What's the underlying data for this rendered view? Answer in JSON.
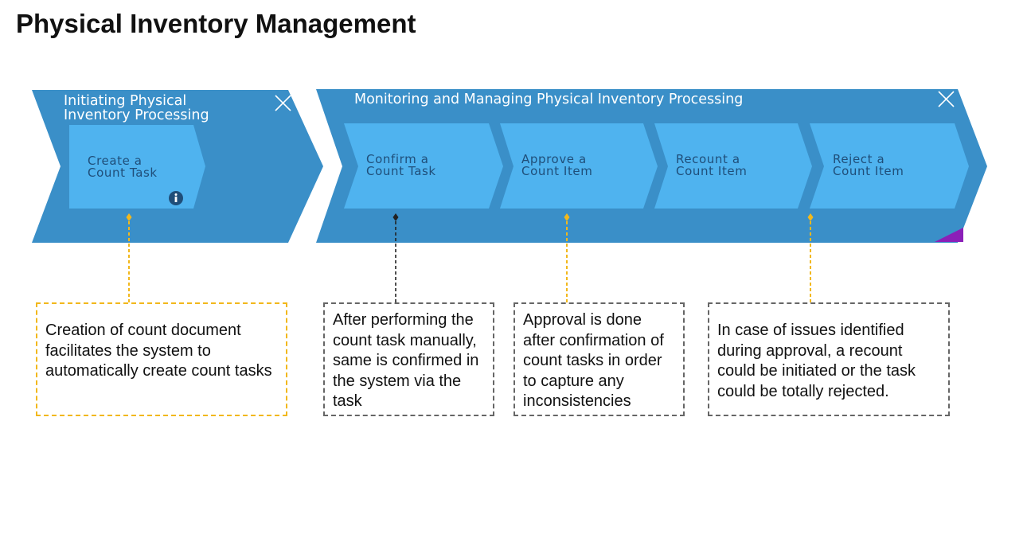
{
  "page_title": "Physical Inventory Management",
  "phases": [
    {
      "title_lines": [
        "Initiating Physical",
        "Inventory Processing"
      ],
      "close_icon": "close-icon",
      "steps": [
        {
          "lines": [
            "Create a",
            "Count Task"
          ],
          "info_icon": "info-icon"
        }
      ]
    },
    {
      "title_lines": [
        "Monitoring and Managing Physical Inventory Processing"
      ],
      "close_icon": "close-icon",
      "steps": [
        {
          "lines": [
            "Confirm a",
            "Count Task"
          ]
        },
        {
          "lines": [
            "Approve a",
            "Count Item"
          ]
        },
        {
          "lines": [
            "Recount a",
            "Count Item"
          ]
        },
        {
          "lines": [
            "Reject a",
            "Count Item"
          ]
        }
      ]
    }
  ],
  "notes": [
    {
      "text": "Creation of count document facilitates the system to automatically create count tasks"
    },
    {
      "text": "After performing the count task manually, same is confirmed in the system via the task"
    },
    {
      "text": "Approval is done after confirmation of count tasks in order to capture any inconsistencies"
    },
    {
      "text": "In case of issues identified during approval, a recount could be initiated or the task could be totally rejected."
    }
  ],
  "colors": {
    "phase_fill": "#3a8fc8",
    "step_fill": "#4fb3ef",
    "step_text": "#1f4e79",
    "connector_yellow": "#f2b81c",
    "connector_dark": "#222222",
    "corner_accent": "#8b1fb8"
  }
}
